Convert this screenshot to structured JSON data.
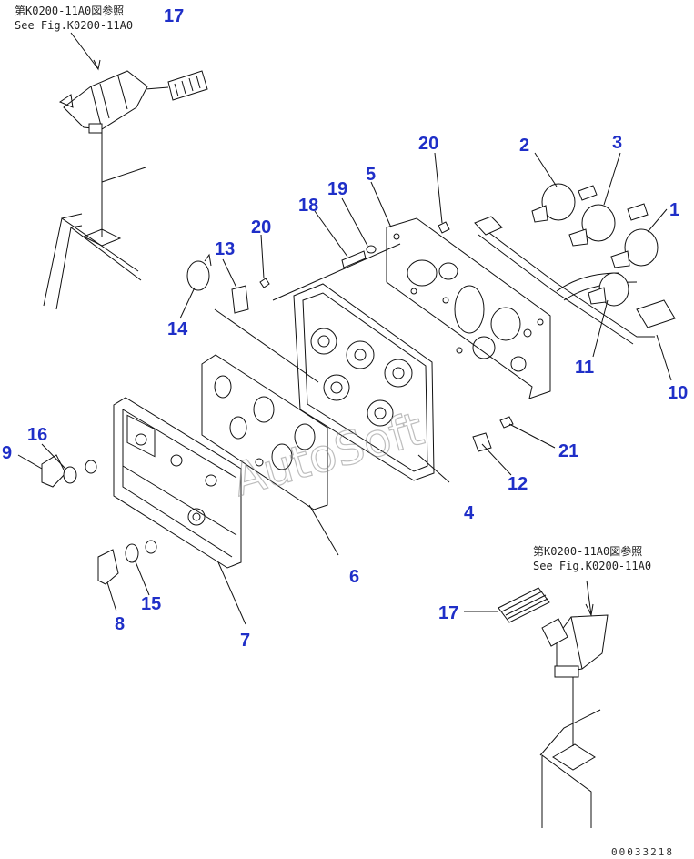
{
  "references": [
    {
      "jp": "第K0200-11A0図参照",
      "en": "See Fig.K0200-11A0"
    },
    {
      "jp": "第K0200-11A0図参照",
      "en": "See Fig.K0200-11A0"
    }
  ],
  "callouts": [
    "1",
    "2",
    "3",
    "4",
    "5",
    "6",
    "7",
    "8",
    "9",
    "10",
    "11",
    "12",
    "13",
    "14",
    "15",
    "16",
    "17",
    "17",
    "18",
    "19",
    "20",
    "20",
    "21"
  ],
  "watermark": "AutoSoft",
  "drawing_code": "00033218",
  "colors": {
    "callout": "#1f2fc8",
    "line": "#111111"
  }
}
